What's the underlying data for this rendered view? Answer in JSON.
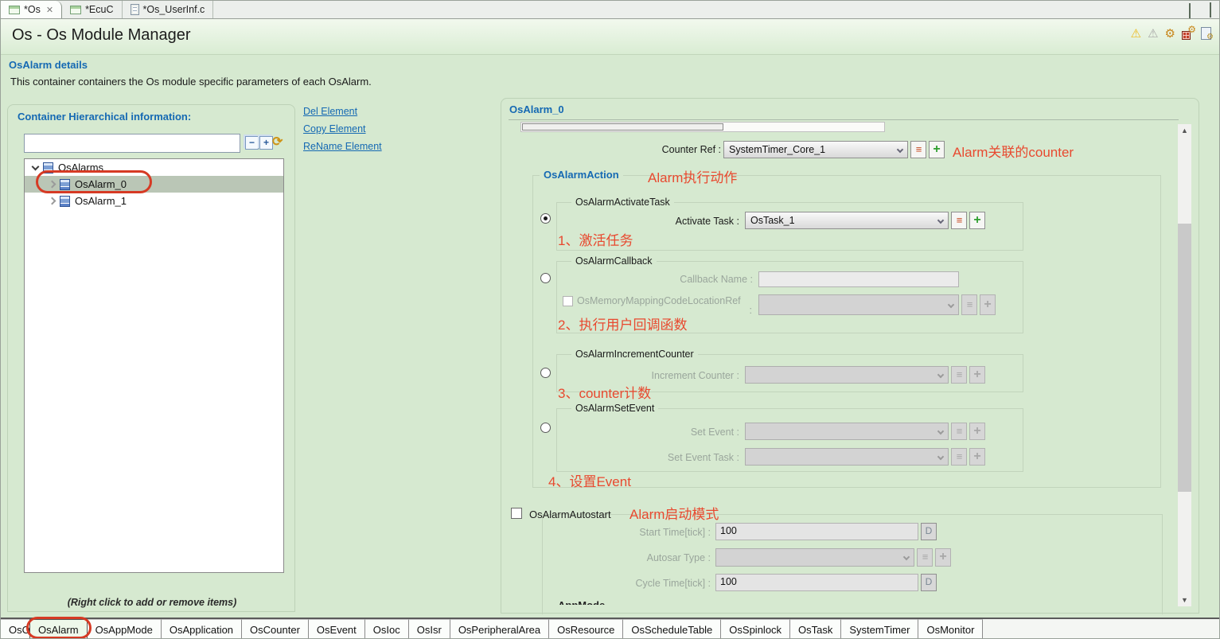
{
  "colors": {
    "accent_blue": "#1569b3",
    "annotation_red": "#e8492f",
    "bg_green": "#d6e9d0",
    "selection_gray": "#bac6b6"
  },
  "editor_tabs": {
    "tabs": [
      {
        "label": "*Os"
      },
      {
        "label": "*EcuC"
      },
      {
        "label": "*Os_UserInf.c"
      }
    ],
    "active": "*Os",
    "close_glyph": "✕"
  },
  "header": {
    "title": "Os - Os Module Manager"
  },
  "section": {
    "title": "OsAlarm details",
    "description": "This container containers the Os module specific parameters of each OsAlarm."
  },
  "left_panel": {
    "title": "Container Hierarchical information:",
    "search_value": "",
    "collapse_glyph": "−",
    "expand_glyph": "+",
    "refresh_glyph": "⟳",
    "tree": {
      "root": "OsAlarms",
      "child_0": "OsAlarm_0",
      "child_1": "OsAlarm_1",
      "selected": "OsAlarm_0"
    },
    "hint": "(Right click to add or remove items)"
  },
  "element_actions": {
    "del": "Del Element",
    "copy": "Copy Element",
    "rename": "ReName Element"
  },
  "form": {
    "container_title": "OsAlarm_0",
    "counter_ref": {
      "label": "Counter Ref :",
      "value": "SystemTimer_Core_1",
      "annotation": "Alarm关联的counter"
    },
    "action_section": {
      "title": "OsAlarmAction",
      "annotation": "Alarm执行动作",
      "activate_task": {
        "group": "OsAlarmActivateTask",
        "field_label": "Activate Task :",
        "value": "OsTask_1",
        "annotation": "1、激活任务"
      },
      "callback": {
        "group": "OsAlarmCallback",
        "name_label": "Callback Name :",
        "name_value": "",
        "memmap_label": "OsMemoryMappingCodeLocationRef",
        "memmap_colon": ":",
        "annotation": "2、执行用户回调函数"
      },
      "increment_counter": {
        "group": "OsAlarmIncrementCounter",
        "field_label": "Increment Counter :",
        "value": "",
        "annotation": "3、counter计数"
      },
      "set_event": {
        "group": "OsAlarmSetEvent",
        "event_label": "Set Event :",
        "task_label": "Set Event Task :",
        "annotation": "4、设置Event"
      }
    },
    "autostart": {
      "label": "OsAlarmAutostart",
      "annotation": "Alarm启动模式",
      "start_time": {
        "label": "Start Time[tick] :",
        "value": "100",
        "button": "D"
      },
      "autosar_type": {
        "label": "Autosar Type :",
        "value": ""
      },
      "cycle_time": {
        "label": "Cycle Time[tick] :",
        "value": "100",
        "button": "D"
      },
      "clipped_text": "AppMode"
    }
  },
  "bottom_tabs": {
    "active": "OsAlarm",
    "tabs": [
      "OsOS",
      "OsAlarm",
      "OsAppMode",
      "OsApplication",
      "OsCounter",
      "OsEvent",
      "OsIoc",
      "OsIsr",
      "OsPeripheralArea",
      "OsResource",
      "OsScheduleTable",
      "OsSpinlock",
      "OsTask",
      "SystemTimer",
      "OsMonitor"
    ]
  }
}
